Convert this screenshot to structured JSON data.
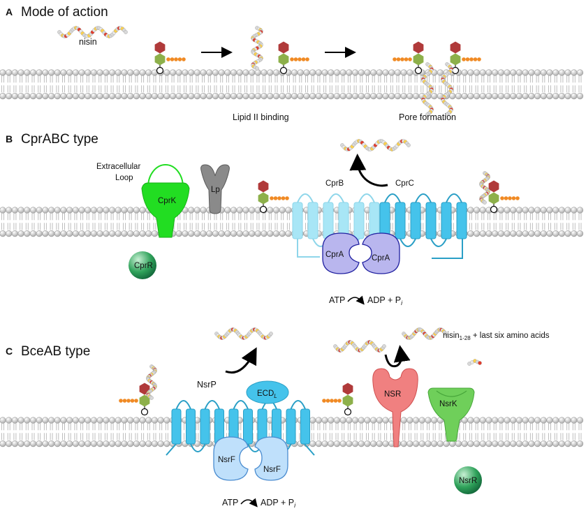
{
  "panels": [
    {
      "letter": "A",
      "title": "Mode of action"
    },
    {
      "letter": "B",
      "title": "CprABC type"
    },
    {
      "letter": "C",
      "title": "BceAB type"
    }
  ],
  "panel_a": {
    "nisin": "nisin",
    "lipid_binding": "Lipid II binding",
    "pore_formation": "Pore formation"
  },
  "panel_b": {
    "extracellular_line1": "Extracellular",
    "extracellular_line2": "Loop",
    "cprk": "CprK",
    "lp": "Lp",
    "cprb": "CprB",
    "cprc": "CprC",
    "cpra": "CprA",
    "cprr": "CprR",
    "atp": "ATP",
    "adp": "ADP + P",
    "pi_sub": "i"
  },
  "panel_c": {
    "nsrp": "NsrP",
    "ecd": "ECD",
    "ecd_sub": "L",
    "nsr": "NSR",
    "nsrk": "NsrK",
    "nsrf": "NsrF",
    "nsrr": "NsrR",
    "nisin_product": "nisin",
    "nisin_product_sub": "1-28",
    "nisin_product_rest": " + last six amino acids",
    "atp": "ATP",
    "adp": "ADP + P",
    "pi_sub": "i"
  },
  "colors": {
    "lipid_head": "#c9c9c9",
    "hexagon_red": "#b03a3a",
    "hexagon_green": "#8db04a",
    "chain_orange": "#f08a24",
    "cprk_green": "#22dd22",
    "lp_gray": "#8a8a8a",
    "cprb_light_blue": "#a8e6f6",
    "transporter_blue": "#45c3eb",
    "cpra_purple": "#b9b6ee",
    "response_green": "#1e8a4a",
    "nsr_red": "#f08080",
    "nsrk_green": "#6fcf5a",
    "nsrf_blue": "#bfe0fb"
  }
}
